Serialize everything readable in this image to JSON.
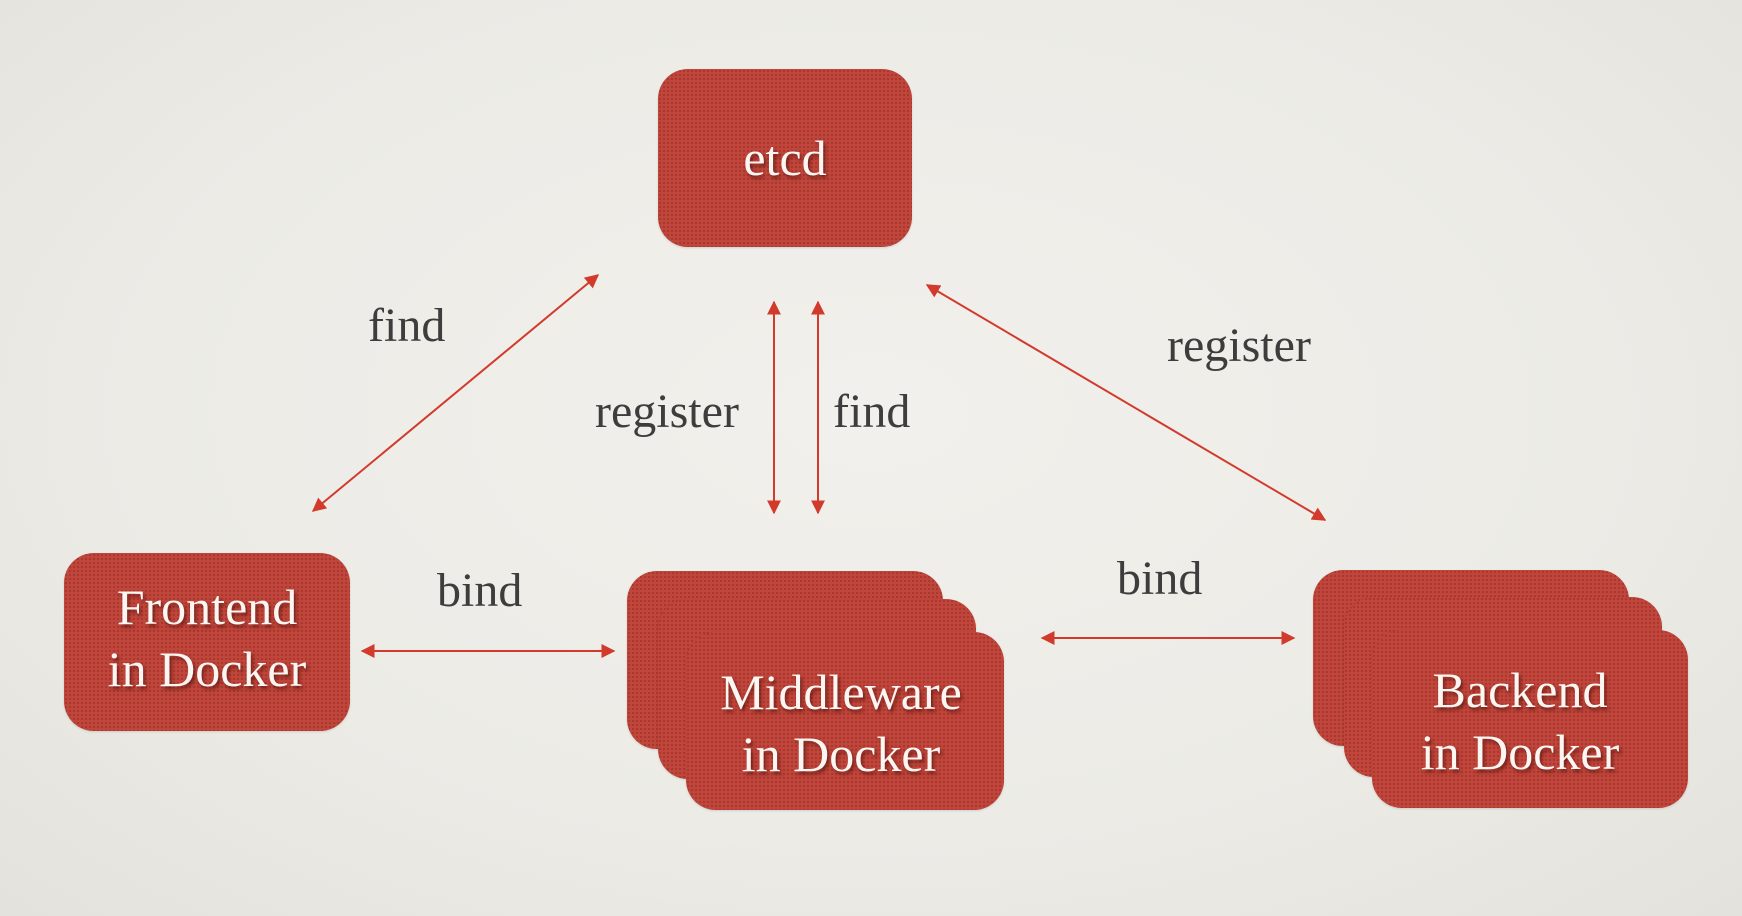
{
  "nodes": {
    "etcd": {
      "label": "etcd"
    },
    "frontend": {
      "label_line1": "Frontend",
      "label_line2": "in Docker"
    },
    "middleware": {
      "label_line1": "Middleware",
      "label_line2": "in Docker"
    },
    "backend": {
      "label_line1": "Backend",
      "label_line2": "in Docker"
    }
  },
  "edges": {
    "frontend_etcd": "find",
    "middleware_etcd_register": "register",
    "middleware_etcd_find": "find",
    "backend_etcd": "register",
    "frontend_middleware": "bind",
    "middleware_backend": "bind"
  },
  "colors": {
    "node_fill": "#c0453a",
    "arrow": "#d23a2c",
    "edge_text": "#3d3d3d",
    "node_text": "#fbf6f2"
  }
}
